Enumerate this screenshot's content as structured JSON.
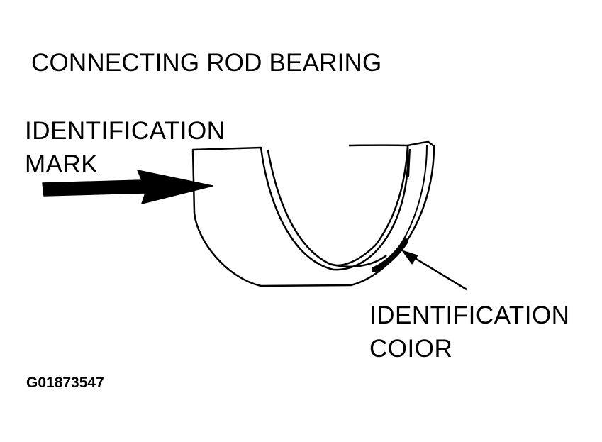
{
  "title": "CONNECTING ROD BEARING",
  "labels": {
    "identification_mark": [
      "IDENTIFICATION",
      "MARK"
    ],
    "identification_color": [
      "IDENTIFICATION",
      "COIOR"
    ]
  },
  "figure_code": "G01873547",
  "colors": {
    "ink": "#000000",
    "paper": "#ffffff"
  }
}
